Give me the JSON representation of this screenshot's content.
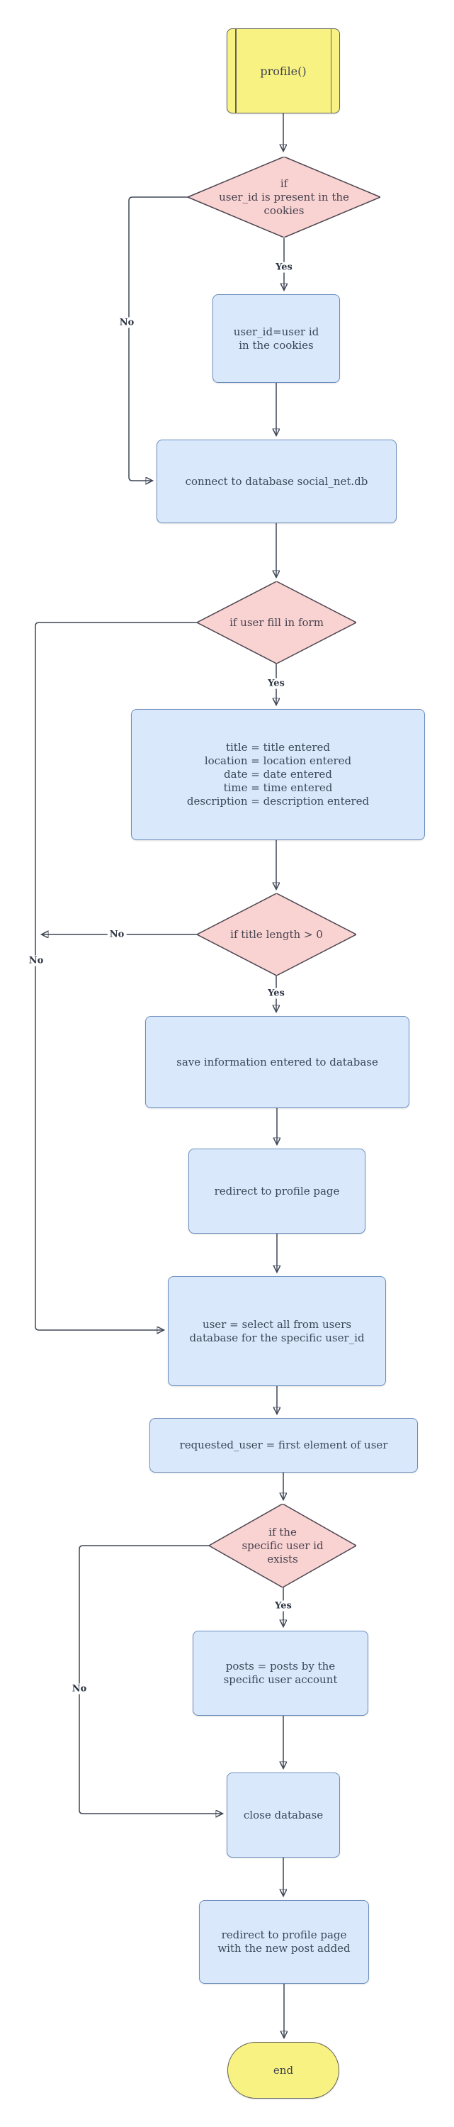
{
  "colors": {
    "process_fill": "#d9e8fb",
    "process_stroke": "#6c8ebf",
    "decision_fill": "#f9d2d2",
    "decision_stroke": "#4d4650",
    "terminal_fill": "#f8f282",
    "terminal_stroke": "#63625a",
    "edge": "#3e4655",
    "text": "#3c4858"
  },
  "nodes": {
    "start": {
      "label": "profile()"
    },
    "cookie_check": {
      "lines": [
        "if",
        "user_id is present in the",
        "cookies"
      ]
    },
    "set_user_id": {
      "lines": [
        "user_id=user id",
        "in the cookies"
      ]
    },
    "connect_db": {
      "label": "connect to database social_net.db"
    },
    "form_check": {
      "label": "if user fill in form"
    },
    "form_values": {
      "lines": [
        "title = title entered",
        "location = location entered",
        "date = date entered",
        "time = time entered",
        "description = description entered"
      ]
    },
    "title_check": {
      "label": "if title length > 0"
    },
    "save_info": {
      "label": "save information entered to database"
    },
    "redirect_profile": {
      "label": "redirect to profile page"
    },
    "select_user": {
      "lines": [
        "user  = select all from users",
        "database for the specific user_id"
      ]
    },
    "requested_user": {
      "label": "requested_user = first element of user"
    },
    "user_exists_check": {
      "lines": [
        "if the",
        "specific user id",
        "exists"
      ]
    },
    "get_posts": {
      "lines": [
        "posts = posts by the",
        "specific user account"
      ]
    },
    "close_db": {
      "label": "close database"
    },
    "redirect_new_post": {
      "lines": [
        "redirect to profile page",
        "with the new post added"
      ]
    },
    "end": {
      "label": "end"
    }
  },
  "edge_labels": {
    "yes1": "Yes",
    "no1": "No",
    "yes2": "Yes",
    "no2": "No",
    "yes3": "Yes",
    "no3": "No",
    "yes4": "Yes",
    "no4": "No"
  }
}
